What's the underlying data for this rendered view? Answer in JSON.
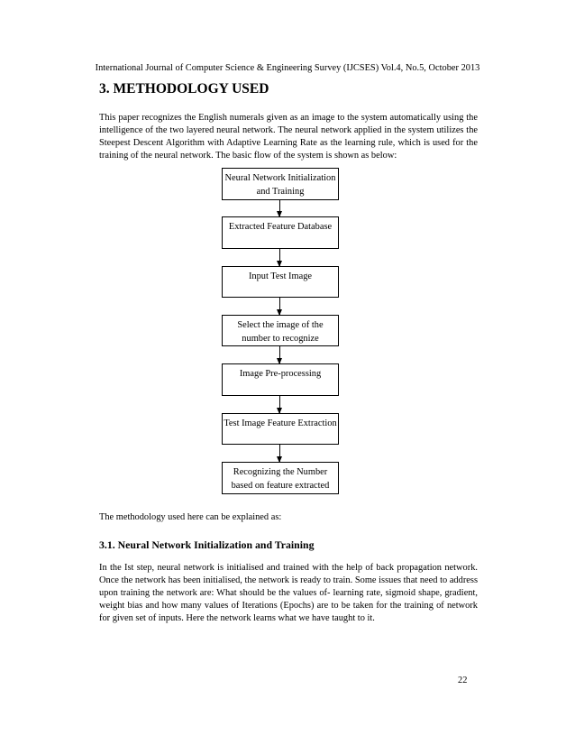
{
  "header": {
    "running_title": "International Journal of Computer Science & Engineering Survey (IJCSES) Vol.4, No.5, October 2013"
  },
  "section": {
    "title": "3.  METHODOLOGY USED",
    "intro": "This paper recognizes the English numerals given as an image to the system automatically using the intelligence of the two layered neural network. The neural network applied in the system utilizes the Steepest Descent Algorithm with Adaptive Learning Rate as the learning rule, which is used for the training of the neural network. The basic flow of the system is shown as below:"
  },
  "flowchart": {
    "steps": [
      "Neural Network Initialization and Training",
      "Extracted Feature Database",
      "Input Test Image",
      "Select the image of the number to recognize",
      "Image Pre-processing",
      "Test Image Feature Extraction",
      "Recognizing the Number based on feature extracted"
    ]
  },
  "explanation_lead": "The methodology used here can be explained as:",
  "subsection": {
    "title": "3.1. Neural Network Initialization and Training",
    "body": "In the Ist step, neural network is initialised and trained with the help of back propagation network. Once the network has been initialised, the network is ready to train. Some issues that need to address upon training the network are: What should be the values of- learning rate, sigmoid shape, gradient, weight bias and how many values of Iterations (Epochs) are to be taken for the training of network for given set of inputs. Here the network learns what we have taught to it."
  },
  "footer": {
    "page_number": "22"
  }
}
